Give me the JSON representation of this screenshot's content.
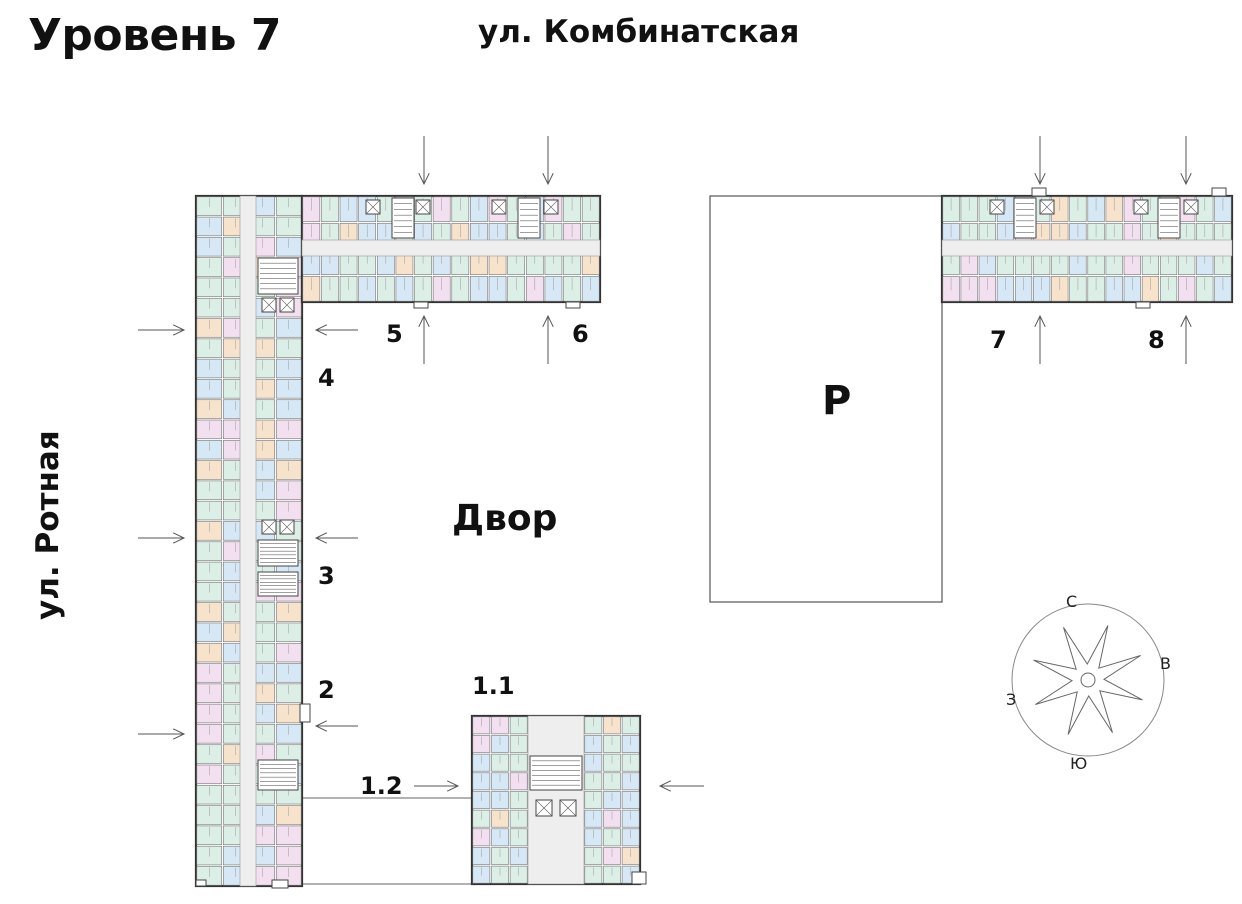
{
  "header": {
    "level_title": "Уровень 7",
    "street_top": "ул. Комбинатская",
    "street_left": "ул. Ротная"
  },
  "site": {
    "yard_label": "Двор",
    "parking_label": "P"
  },
  "sections": [
    {
      "id": "sec-1-1",
      "label": "1.1"
    },
    {
      "id": "sec-1-2",
      "label": "1.2"
    },
    {
      "id": "sec-2",
      "label": "2"
    },
    {
      "id": "sec-3",
      "label": "3"
    },
    {
      "id": "sec-4",
      "label": "4"
    },
    {
      "id": "sec-5",
      "label": "5"
    },
    {
      "id": "sec-6",
      "label": "6"
    },
    {
      "id": "sec-7",
      "label": "7"
    },
    {
      "id": "sec-8",
      "label": "8"
    }
  ],
  "compass": {
    "north": "С",
    "east": "В",
    "south": "Ю",
    "west": "З"
  },
  "colors": {
    "apartment_green": "#dcefe7",
    "apartment_pink": "#f2dff0",
    "apartment_blue": "#d6e8f5",
    "apartment_orange": "#f7e3cc",
    "corridor": "#eeeeee",
    "wall": "#333333"
  }
}
